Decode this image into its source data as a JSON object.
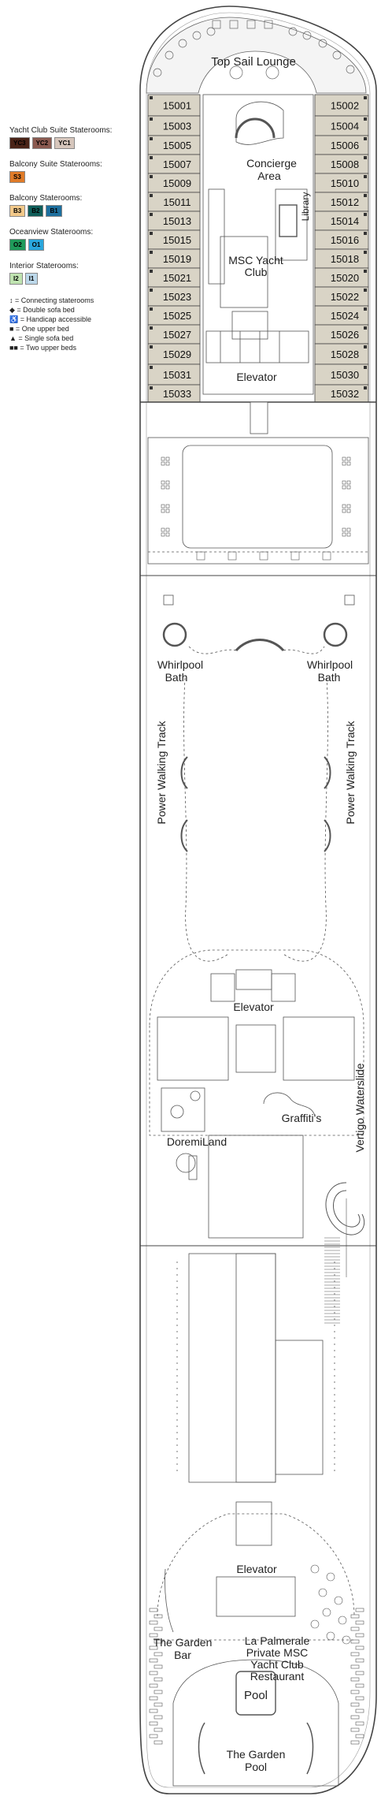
{
  "legend": {
    "groups": [
      {
        "title": "Yacht Club Suite Staterooms:",
        "items": [
          {
            "code": "YC3",
            "bg": "#4a2418",
            "fg": "#000000"
          },
          {
            "code": "YC2",
            "bg": "#8a5a50",
            "fg": "#000000"
          },
          {
            "code": "YC1",
            "bg": "#d6c6bc",
            "fg": "#000000"
          }
        ]
      },
      {
        "title": "Balcony Suite Staterooms:",
        "items": [
          {
            "code": "S3",
            "bg": "#e07b28",
            "fg": "#000000"
          }
        ]
      },
      {
        "title": "Balcony Staterooms:",
        "items": [
          {
            "code": "B3",
            "bg": "#f2c98a",
            "fg": "#000000"
          },
          {
            "code": "B2",
            "bg": "#0f5e5a",
            "fg": "#000000"
          },
          {
            "code": "B1",
            "bg": "#1d6f9e",
            "fg": "#000000"
          }
        ]
      },
      {
        "title": "Oceanview Staterooms:",
        "items": [
          {
            "code": "O2",
            "bg": "#1f9a5a",
            "fg": "#000000"
          },
          {
            "code": "O1",
            "bg": "#2aa6dc",
            "fg": "#000000"
          }
        ]
      },
      {
        "title": "Interior Staterooms:",
        "items": [
          {
            "code": "I2",
            "bg": "#bfe3b0",
            "fg": "#000000"
          },
          {
            "code": "I1",
            "bg": "#bcd8ea",
            "fg": "#000000"
          }
        ]
      }
    ],
    "keys": [
      "↕ = Connecting staterooms",
      "◆ = Double sofa bed",
      "♿ = Handicap accessible",
      "■ = One upper bed",
      "▲ = Single sofa bed",
      "■■ = Two upper beds"
    ]
  },
  "cabins": {
    "left": [
      "15001",
      "15003",
      "15005",
      "15007",
      "15009",
      "15011",
      "15013",
      "15015",
      "15019",
      "15021",
      "15023",
      "15025",
      "15027",
      "15029",
      "15031",
      "15033"
    ],
    "right": [
      "15002",
      "15004",
      "15006",
      "15008",
      "15010",
      "15012",
      "15014",
      "15016",
      "15018",
      "15020",
      "15022",
      "15024",
      "15026",
      "15028",
      "15030",
      "15032"
    ]
  },
  "areas": {
    "top_sail_lounge": "Top Sail Lounge",
    "concierge_1": "Concierge",
    "concierge_2": "Area",
    "library": "Library",
    "msc_yacht_club_1": "MSC Yacht",
    "msc_yacht_club_2": "Club",
    "elevator_fwd": "Elevator",
    "whirlpool_left_1": "Whirlpool",
    "whirlpool_left_2": "Bath",
    "whirlpool_right_1": "Whirlpool",
    "whirlpool_right_2": "Bath",
    "walking_track_left": "Power Walking Track",
    "walking_track_right": "Power Walking Track",
    "elevator_mid": "Elevator",
    "vertigo_waterslide": "Vertigo Waterslide",
    "graffitis": "Graffiti's",
    "doremiland": "DoremiLand",
    "elevator_aft": "Elevator",
    "garden_bar_1": "The Garden",
    "garden_bar_2": "Bar",
    "la_palmerale_1": "La Palmerale",
    "la_palmerale_2": "Private MSC",
    "la_palmerale_3": "Yacht Club",
    "la_palmerale_4": "Restaurant",
    "pool_small": "Pool",
    "garden_pool_1": "The Garden",
    "garden_pool_2": "Pool"
  },
  "colors": {
    "cabin_fill": "#d9d4c6",
    "outline": "#444444"
  }
}
